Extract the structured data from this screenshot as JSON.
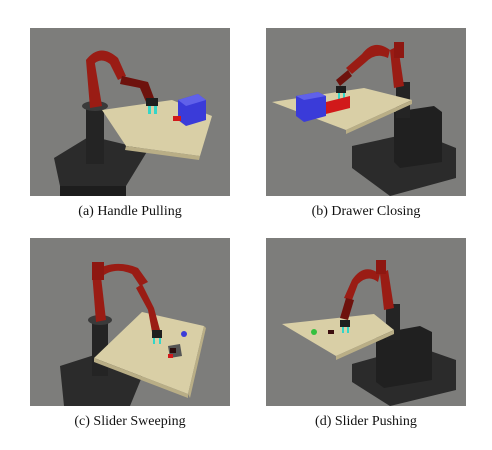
{
  "figure": {
    "panels": [
      {
        "id": "a",
        "caption": "(a) Handle Pulling"
      },
      {
        "id": "b",
        "caption": "(b) Drawer Closing"
      },
      {
        "id": "c",
        "caption": "(c) Slider Sweeping"
      },
      {
        "id": "d",
        "caption": "(d) Slider Pushing"
      }
    ]
  },
  "colors": {
    "background": "#7d7d7b",
    "robot_red": "#9a1c14",
    "robot_dark_red": "#6e120d",
    "table_wood": "#d9cfa6",
    "base_black": "#2b2b2b",
    "object_blue": "#3a3bd9",
    "object_red": "#d1191a",
    "gripper_cyan": "#33d6c8",
    "slider_green": "#34c03e"
  }
}
